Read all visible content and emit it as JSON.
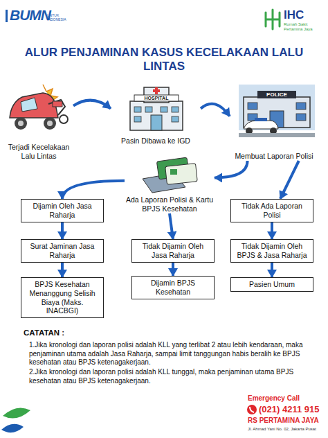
{
  "diagram": {
    "title": "ALUR PENJAMINAN KASUS KECELAKAAN LALU LINTAS",
    "nodes": [
      {
        "text": [
          "Terjadi Kecelakaan Lalu Lintas"
        ]
      },
      {
        "text": [
          "Pasin Dibawa ke IGD"
        ]
      },
      {
        "text": [
          "Membuat Laporan Polisi"
        ]
      },
      {
        "text": [
          "Ada Laporan Polisi & Kartu BPJS Kesehatan"
        ]
      },
      {
        "text": [
          "Dijamin Oleh Jasa Raharja"
        ]
      },
      {
        "text": [
          "Surat Jaminan Jasa Raharja"
        ]
      },
      {
        "text": [
          "BPJS Kesehatan Menanggung Selisih Biaya (Maks. INACBGI)"
        ]
      },
      {
        "text": [
          "Tidak Dijamin Oleh Jasa Raharja"
        ]
      },
      {
        "text": [
          "Dijamin BPJS Kesehatan"
        ]
      },
      {
        "text": [
          "Tidak Ada Laporan Polisi"
        ]
      },
      {
        "text": [
          "Tidak Dijamin Oleh BPJS & Jasa Raharja"
        ]
      },
      {
        "text": [
          "Pasien Umum"
        ]
      }
    ],
    "edges": [
      {
        "from": 0,
        "to": 1,
        "arrow": "to"
      },
      {
        "from": 1,
        "to": 2,
        "arrow": "to"
      },
      {
        "from": 2,
        "to": 3,
        "arrow": "to"
      },
      {
        "from": 2,
        "to": 9,
        "arrow": "to"
      },
      {
        "from": 3,
        "to": 4,
        "arrow": "to"
      },
      {
        "from": 3,
        "to": 7,
        "arrow": "to"
      },
      {
        "from": 4,
        "to": 5,
        "arrow": "to"
      },
      {
        "from": 5,
        "to": 6,
        "arrow": "to"
      },
      {
        "from": 7,
        "to": 8,
        "arrow": "to"
      },
      {
        "from": 9,
        "to": 10,
        "arrow": "to"
      },
      {
        "from": 10,
        "to": 11,
        "arrow": "to"
      }
    ],
    "labels": [
      "BUMN",
      "UNTUK INDONESIA",
      "IHC",
      "Rumah Sakit",
      "Pertamina Jaya",
      "HOSPITAL",
      "POLICE",
      "CATATAN :",
      "1.Jika kronologi dan laporan polisi adalah KLL yang terlibat 2 atau lebih kendaraan, maka penjaminan utama adalah Jasa Raharja, sampai limit tanggungan habis beralih ke BPJS kesehatan atau BPJS ketenagakerjaan.",
      "2.Jika kronologi dan laporan polisi adalah KLL tunggal, maka penjaminan utama BPJS kesehatan atau BPJS ketenagakerjaan.",
      "Emergency Call",
      "(021) 4211 915",
      "RS PERTAMINA JAYA",
      "Jl. Ahmad Yani No. 02, Jakarta Pusat"
    ]
  }
}
